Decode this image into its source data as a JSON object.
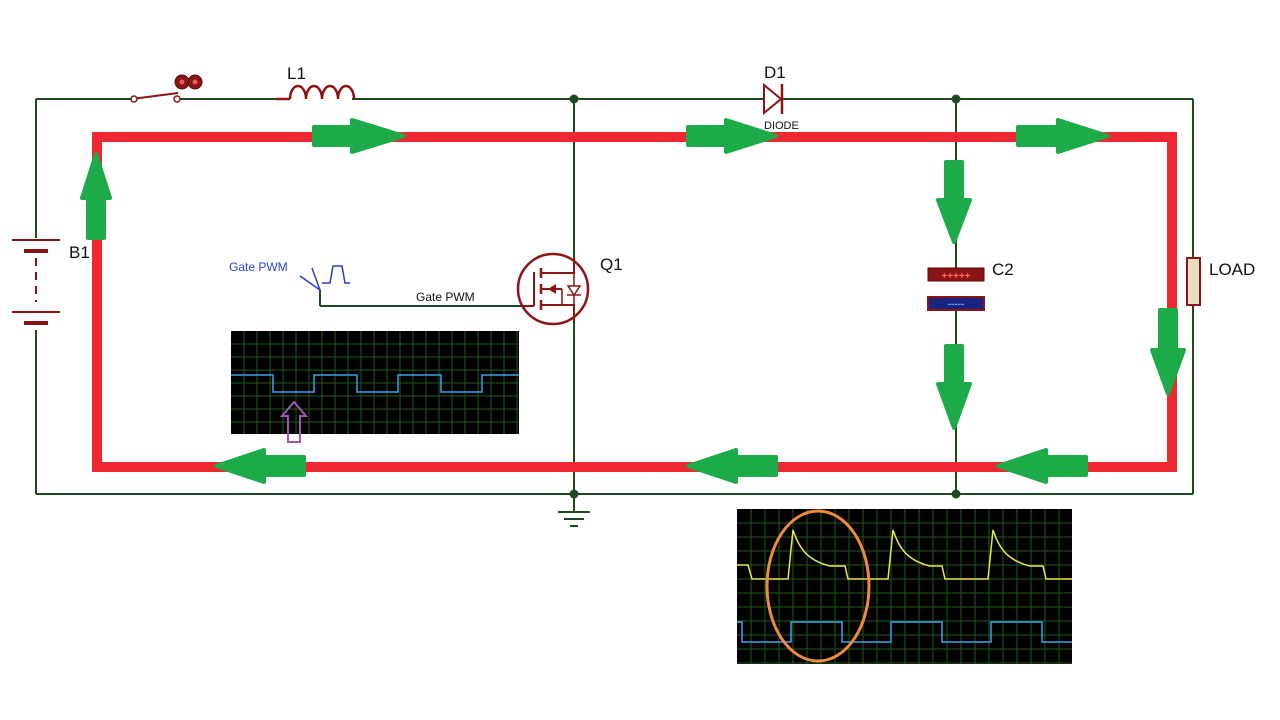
{
  "labels": {
    "b1": "B1",
    "l1": "L1",
    "d1": "D1",
    "diode": "DIODE",
    "q1": "Q1",
    "c2": "C2",
    "load": "LOAD",
    "gate_pwm_generator": "Gate PWM",
    "gate_pwm_net": "Gate PWM",
    "cap_plus": "+++++",
    "cap_minus": "-----"
  },
  "colors": {
    "wire": "#1f4a1f",
    "current_path": "#ee2730",
    "arrow": "#1cab48",
    "component": "#8c1414",
    "scope_bg": "#000000",
    "scope_grid": "#1f5a1f",
    "trace_gate": "#3aa4e6",
    "trace_voltage": "#e8e84a",
    "highlight": "#f08a3c",
    "pointer": "#a355b6",
    "generator_label": "#2a3cd0"
  },
  "icons": {
    "switch": "switch-icon",
    "inductor": "inductor-coil-icon",
    "diode": "diode-icon",
    "mosfet": "mosfet-icon",
    "capacitor": "capacitor-icon",
    "battery": "battery-icon",
    "load": "resistor-icon",
    "ground": "ground-icon",
    "pulse": "pulse-generator-icon"
  }
}
